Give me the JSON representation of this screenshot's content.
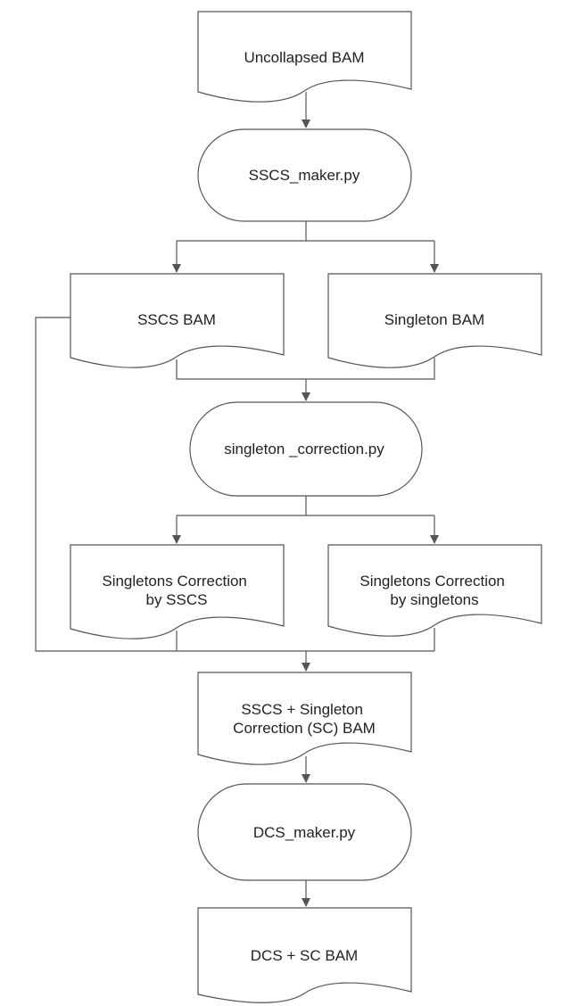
{
  "nodes": {
    "uncollapsed_bam": {
      "lines": [
        "Uncollapsed BAM"
      ]
    },
    "sscs_maker": {
      "lines": [
        "SSCS_maker.py"
      ]
    },
    "sscs_bam": {
      "lines": [
        "SSCS BAM"
      ]
    },
    "singleton_bam": {
      "lines": [
        "Singleton BAM"
      ]
    },
    "singleton_correction": {
      "lines": [
        "singleton _correction.py"
      ]
    },
    "corr_by_sscs": {
      "lines": [
        "Singletons Correction",
        "by SSCS"
      ]
    },
    "corr_by_singletons": {
      "lines": [
        "Singletons Correction",
        "by singletons"
      ]
    },
    "sc_bam": {
      "lines": [
        "SSCS + Singleton",
        "Correction (SC) BAM"
      ]
    },
    "dcs_maker": {
      "lines": [
        "DCS_maker.py"
      ]
    },
    "dcs_sc_bam": {
      "lines": [
        "DCS + SC BAM"
      ]
    }
  },
  "colors": {
    "stroke": "#555555",
    "text": "#222222",
    "fill": "#ffffff"
  }
}
